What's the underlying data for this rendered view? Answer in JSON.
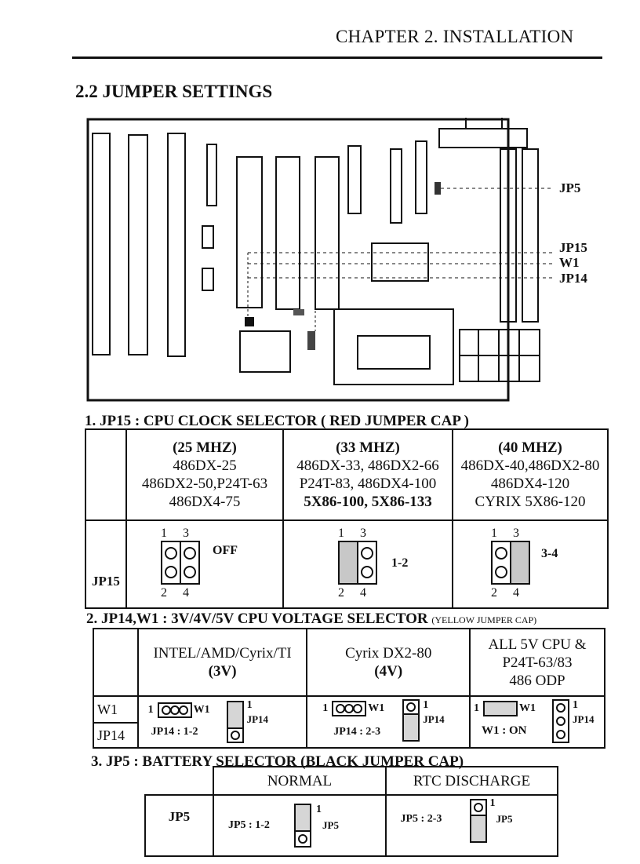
{
  "header": {
    "chapter_title": "CHAPTER 2. INSTALLATION",
    "section_title": "2.2 JUMPER SETTINGS"
  },
  "board_labels": {
    "jp5": "JP5",
    "jp15": "JP15",
    "w1": "W1",
    "jp14": "JP14"
  },
  "jp15_section": {
    "heading": "1. JP15 : CPU CLOCK SELECTOR ( RED JUMPER CAP )",
    "row_label": "JP15",
    "columns": [
      {
        "header": "(25 MHZ)",
        "lines": [
          "486DX-25",
          "486DX2-50,P24T-63",
          "486DX4-75"
        ],
        "pins_top": "1 3",
        "pins_bottom": "2 4",
        "setting": "OFF"
      },
      {
        "header": "(33 MHZ)",
        "lines": [
          "486DX-33, 486DX2-66",
          "P24T-83, 486DX4-100",
          "5X86-100,  5X86-133"
        ],
        "pins_top": "1 3",
        "pins_bottom": "2 4",
        "setting": "1-2"
      },
      {
        "header": "(40 MHZ)",
        "lines": [
          "486DX-40,486DX2-80",
          "486DX4-120",
          "CYRIX 5X86-120"
        ],
        "pins_top": "1 3",
        "pins_bottom": "2 4",
        "setting": "3-4"
      }
    ]
  },
  "jp14_section": {
    "heading": "2. JP14,W1 : 3V/4V/5V CPU VOLTAGE SELECTOR",
    "heading_note": "(YELLOW JUMPER CAP)",
    "row_labels": [
      "W1",
      "JP14"
    ],
    "columns": [
      {
        "title": "INTEL/AMD/Cyrix/TI",
        "voltage": "(3V)",
        "w1_pin": "1",
        "w1_label": "W1",
        "jp14_pin": "1",
        "jp14_label": "JP14",
        "setting": "JP14 : 1-2"
      },
      {
        "title": "Cyrix DX2-80",
        "voltage": "(4V)",
        "w1_pin": "1",
        "w1_label": "W1",
        "jp14_pin": "1",
        "jp14_label": "JP14",
        "setting": "JP14 : 2-3"
      },
      {
        "title": "ALL 5V CPU &",
        "title2": "P24T-63/83",
        "voltage": "486 ODP",
        "w1_pin": "1",
        "w1_label": "W1",
        "jp14_pin": "1",
        "jp14_label": "JP14",
        "setting": "W1 : ON"
      }
    ]
  },
  "jp5_section": {
    "heading": "3. JP5 : BATTERY SELECTOR (BLACK JUMPER CAP)",
    "row_label": "JP5",
    "columns": [
      {
        "title": "NORMAL",
        "setting": "JP5 : 1-2",
        "pin": "1",
        "label": "JP5"
      },
      {
        "title": "RTC DISCHARGE",
        "setting": "JP5 : 2-3",
        "pin": "1",
        "label": "JP5"
      }
    ]
  }
}
